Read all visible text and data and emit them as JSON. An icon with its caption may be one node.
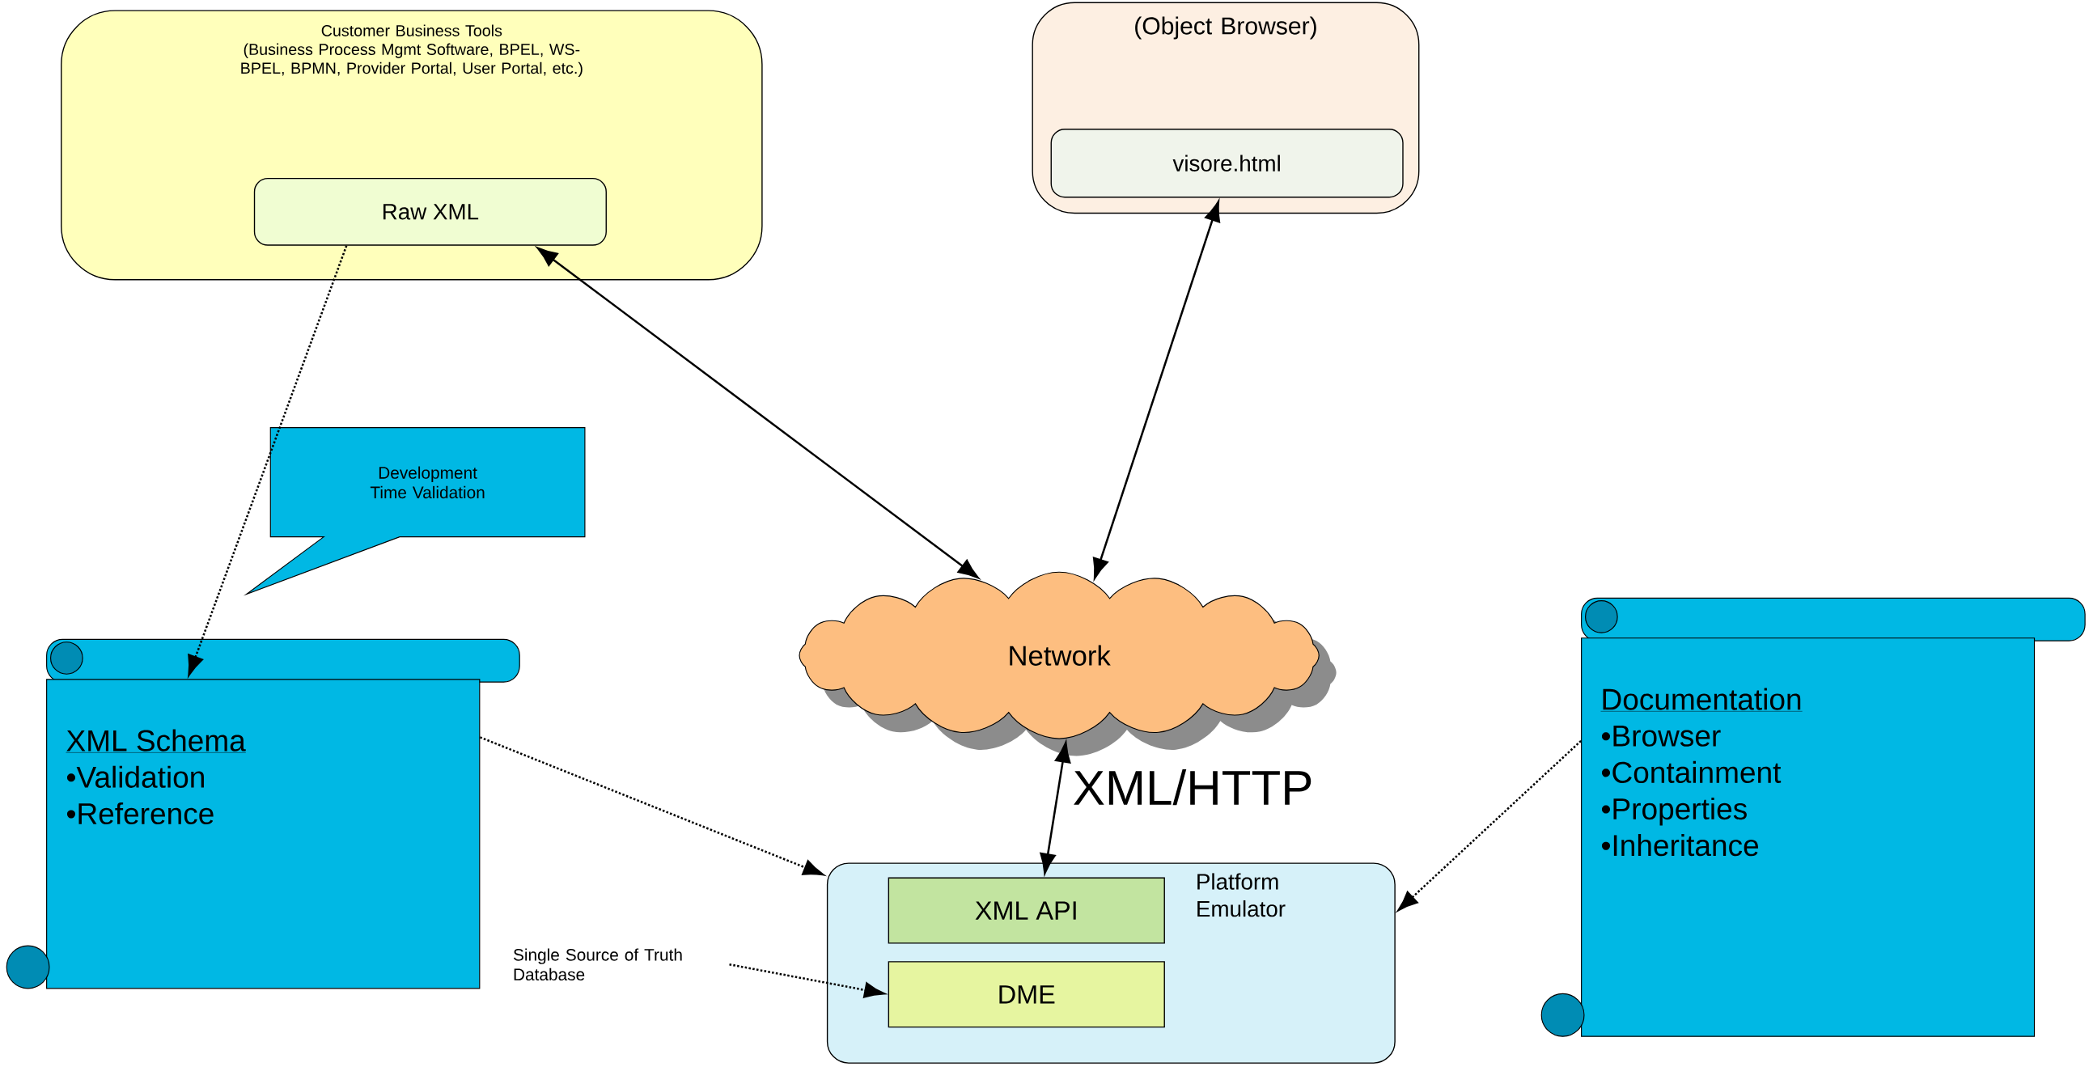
{
  "diagram": {
    "nodes": [
      {
        "text": [
          "Customer Business Tools",
          "(Business Process Mgmt Software, BPEL, WS-BPEL, BPMN, Provider Portal, User Portal, etc.)"
        ]
      },
      {
        "text": [
          "Raw XML"
        ],
        "in": 0
      },
      {
        "text": [
          "(Object Browser)"
        ]
      },
      {
        "text": [
          "visore.html"
        ],
        "in": 2
      },
      {
        "text": [
          "Development Time Validation"
        ]
      },
      {
        "text": [
          "XML Schema",
          "•Validation",
          "•Reference"
        ]
      },
      {
        "text": [
          "Network"
        ]
      },
      {
        "text": [
          "Platform Emulator"
        ]
      },
      {
        "text": [
          "XML API"
        ],
        "in": 7
      },
      {
        "text": [
          "DME"
        ],
        "in": 7
      },
      {
        "text": [
          "Documentation",
          "•Browser",
          "•Containment",
          "•Properties",
          "•Inheritance"
        ]
      },
      {
        "text": [
          "Single Source of Truth Database"
        ]
      }
    ],
    "edges": [
      {
        "from": 1,
        "to": 5,
        "arrow": "to",
        "style": "dashed"
      },
      {
        "from": 1,
        "to": 6,
        "arrow": "both"
      },
      {
        "from": 3,
        "to": 6,
        "arrow": "both"
      },
      {
        "from": 6,
        "to": 8,
        "arrow": "both",
        "label": "XML/HTTP"
      },
      {
        "from": 5,
        "to": 7,
        "arrow": "to",
        "style": "dashed"
      },
      {
        "from": 10,
        "to": 7,
        "arrow": "to",
        "style": "dashed"
      },
      {
        "from": 11,
        "to": 9,
        "arrow": "to",
        "style": "dashed"
      }
    ]
  }
}
